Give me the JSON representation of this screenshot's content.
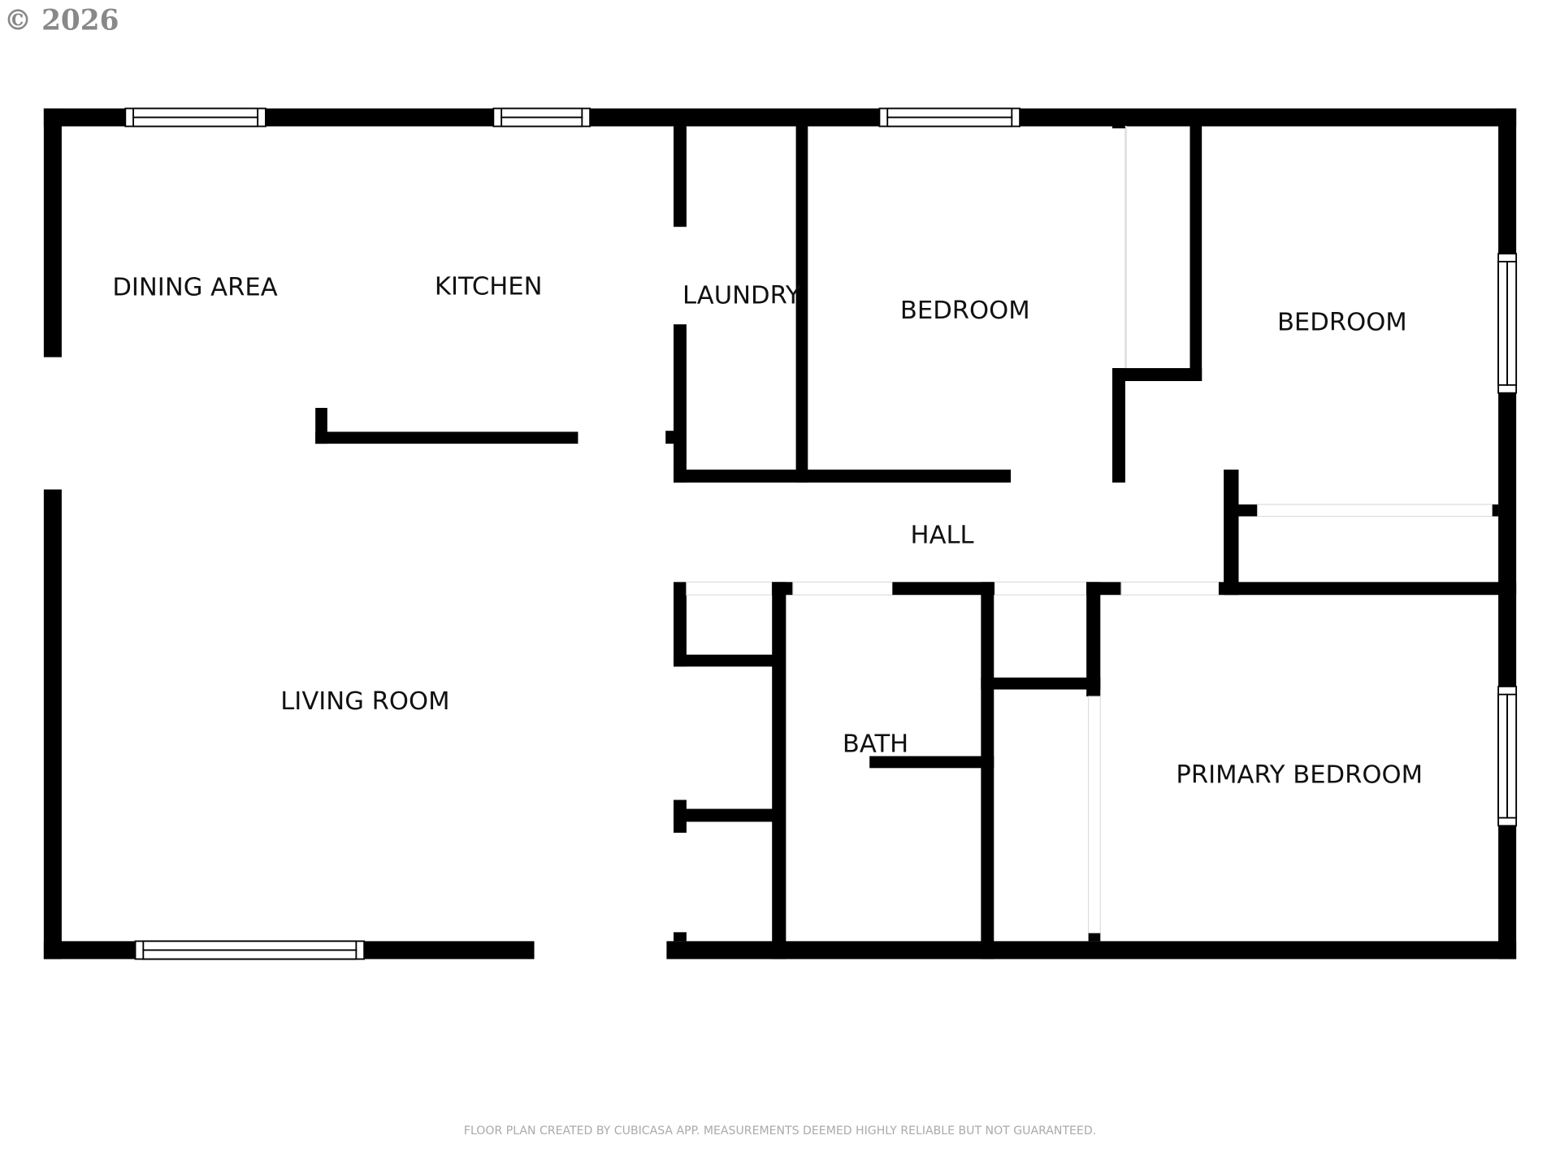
{
  "copyright": "© 2026",
  "rooms": {
    "dining_area": "DINING AREA",
    "kitchen": "KITCHEN",
    "laundry": "LAUNDRY",
    "bedroom_1": "BEDROOM",
    "bedroom_2": "BEDROOM",
    "hall": "HALL",
    "living_room": "LIVING ROOM",
    "bath": "BATH",
    "primary_bedroom": "PRIMARY BEDROOM"
  },
  "footer": "FLOOR PLAN CREATED BY CUBICASA APP. MEASUREMENTS DEEMED HIGHLY RELIABLE BUT NOT GUARANTEED."
}
